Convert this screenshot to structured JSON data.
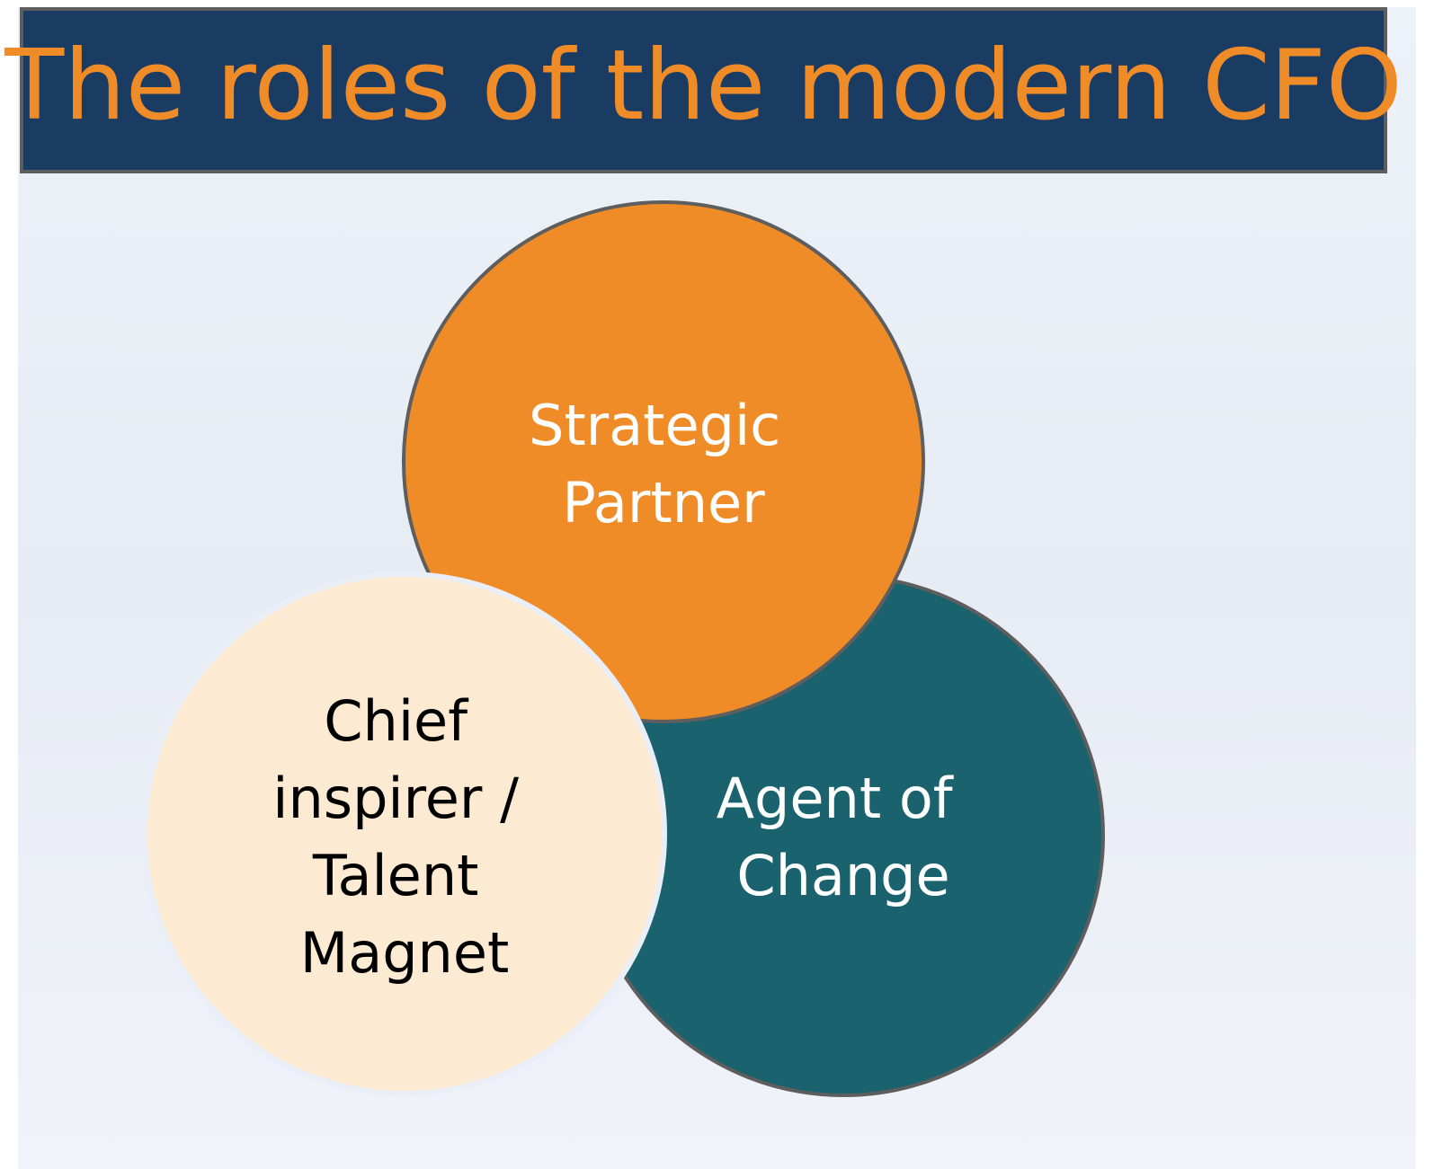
{
  "title": "The roles of the modern CFO",
  "colors": {
    "title_bg": "#1a3b62",
    "title_text": "#f08c28",
    "strategic_fill": "#f08c28",
    "agent_fill": "#19626e",
    "chief_fill": "#fdead2",
    "outline": "#5e5e5e"
  },
  "circles": {
    "strategic": {
      "lines": [
        "Strategic",
        "Partner"
      ]
    },
    "agent": {
      "lines": [
        "Agent of",
        "Change"
      ]
    },
    "chief": {
      "lines": [
        "Chief",
        "inspirer /",
        "Talent",
        "Magnet"
      ]
    }
  }
}
